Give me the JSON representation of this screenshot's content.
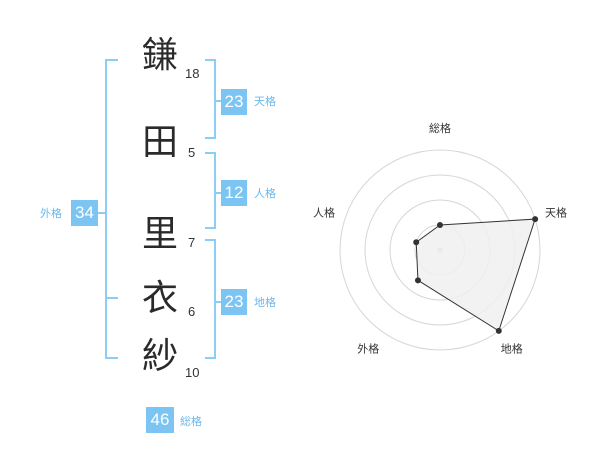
{
  "name": {
    "characters": [
      {
        "char": "鎌",
        "strokes": "18"
      },
      {
        "char": "田",
        "strokes": "5"
      },
      {
        "char": "里",
        "strokes": "7"
      },
      {
        "char": "衣",
        "strokes": "6"
      },
      {
        "char": "紗",
        "strokes": "10"
      }
    ]
  },
  "fortunes": {
    "tenkaku": {
      "value": "23",
      "label": "天格"
    },
    "jinkaku": {
      "value": "12",
      "label": "人格"
    },
    "chikaku": {
      "value": "23",
      "label": "地格"
    },
    "gaikaku": {
      "value": "34",
      "label": "外格"
    },
    "soukaku": {
      "value": "46",
      "label": "総格"
    }
  },
  "radar": {
    "axes": [
      "総格",
      "天格",
      "地格",
      "外格",
      "人格"
    ],
    "levels": 4,
    "values": [
      1,
      4,
      4,
      1.5,
      1
    ],
    "max": 4
  },
  "colors": {
    "accent": "#7cc4f2",
    "accent_text": "#6ab8ea",
    "bracket": "#8ccdf5",
    "radar_fill": "#f0f0f0",
    "radar_stroke": "#333333",
    "grid": "#d6d6d6"
  }
}
